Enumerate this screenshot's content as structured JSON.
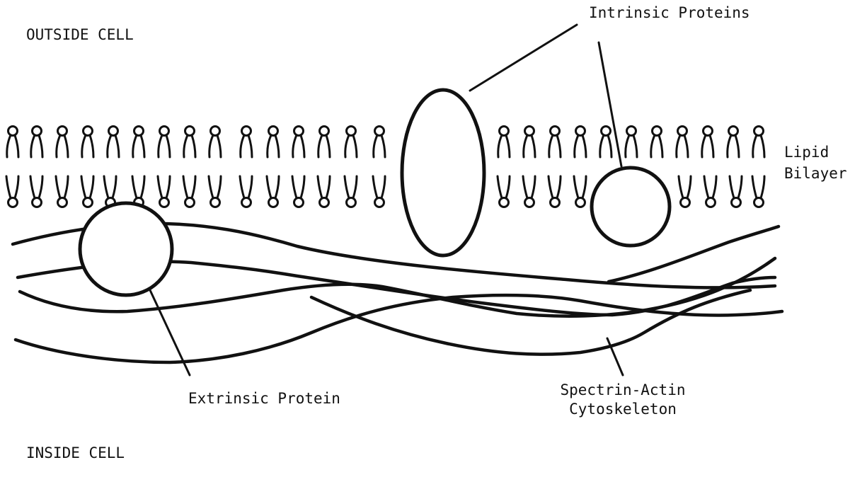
{
  "diagram": {
    "labels": {
      "outside_cell": "OUTSIDE CELL",
      "inside_cell": "INSIDE CELL",
      "intrinsic_proteins": "Intrinsic Proteins",
      "lipid_bilayer_line1": "Lipid",
      "lipid_bilayer_line2": "Bilayer",
      "extrinsic_protein": "Extrinsic Protein",
      "spectrin_actin_line1": "Spectrin-Actin",
      "spectrin_actin_line2": "Cytoskeleton"
    },
    "colors": {
      "ink": "#111111",
      "background": "#ffffff"
    }
  }
}
